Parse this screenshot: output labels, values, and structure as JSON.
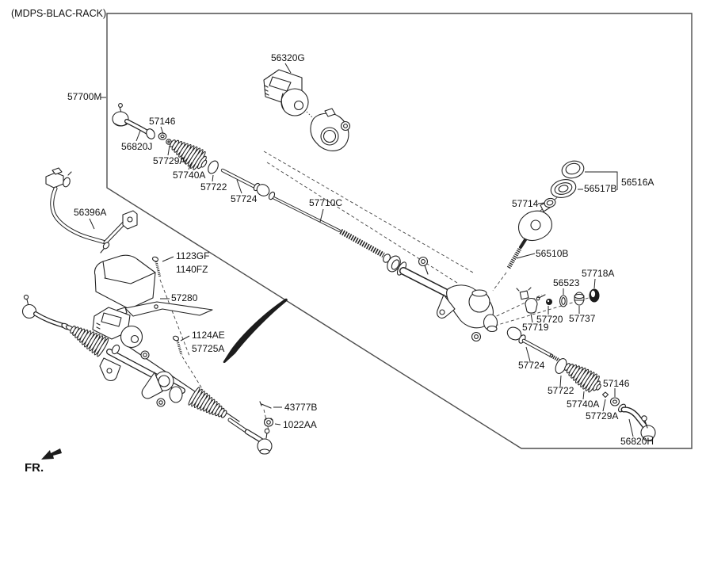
{
  "title": "(MDPS-BLAC-RACK)",
  "fr_label": "FR.",
  "colors": {
    "background": "#ffffff",
    "line": "#232323",
    "border": "#4d4d4d"
  },
  "diagram": {
    "type": "exploded-parts-diagram",
    "subject": "power steering gear box (rack type MDPS)",
    "labels": [
      {
        "part_no": "57700M"
      },
      {
        "part_no": "56320G"
      },
      {
        "part_no": "57146"
      },
      {
        "part_no": "56820J"
      },
      {
        "part_no": "57729A"
      },
      {
        "part_no": "57740A"
      },
      {
        "part_no": "57722"
      },
      {
        "part_no": "57724"
      },
      {
        "part_no": "57710C"
      },
      {
        "part_no": "56396A"
      },
      {
        "part_no": "1123GF"
      },
      {
        "part_no": "1140FZ"
      },
      {
        "part_no": "57280"
      },
      {
        "part_no": "1124AE"
      },
      {
        "part_no": "57725A"
      },
      {
        "part_no": "43777B"
      },
      {
        "part_no": "1022AA"
      },
      {
        "part_no": "56516A"
      },
      {
        "part_no": "56517B"
      },
      {
        "part_no": "57714"
      },
      {
        "part_no": "56510B"
      },
      {
        "part_no": "57718A"
      },
      {
        "part_no": "56523"
      },
      {
        "part_no": "57720"
      },
      {
        "part_no": "57737"
      },
      {
        "part_no": "57719"
      },
      {
        "part_no": "57724"
      },
      {
        "part_no": "57722"
      },
      {
        "part_no": "57740A"
      },
      {
        "part_no": "57146"
      },
      {
        "part_no": "57729A"
      },
      {
        "part_no": "56820H"
      }
    ]
  }
}
